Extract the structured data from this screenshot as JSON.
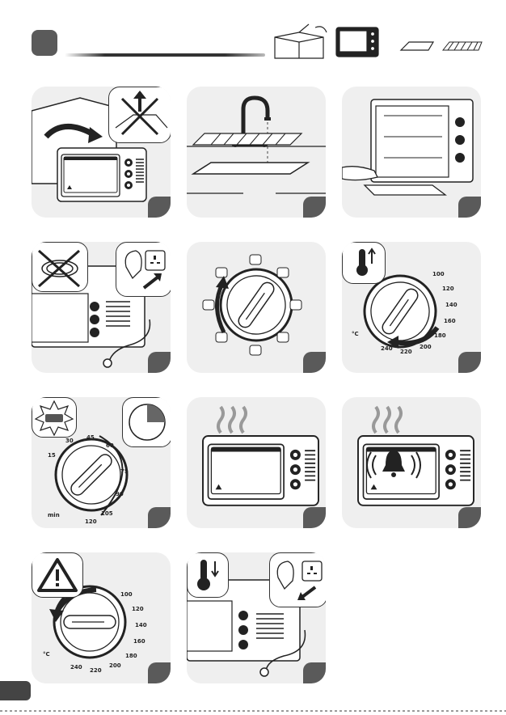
{
  "header": {
    "icons": [
      "unboxing-icon",
      "oven-icon",
      "baking-tray-icon",
      "wire-rack-icon"
    ]
  },
  "panels": [
    {
      "label": "unpack-oven",
      "icon": "unpack-icon"
    },
    {
      "label": "wash-accessories",
      "icon": "faucet-icon"
    },
    {
      "label": "clean-interior",
      "icon": "cloth-icon"
    },
    {
      "label": "plug-in",
      "icon": "plug-icon"
    },
    {
      "label": "select-function",
      "icon": "function-dial-icon"
    },
    {
      "label": "set-temperature",
      "icon": "thermometer-up-icon"
    },
    {
      "label": "set-timer",
      "icon": "timer-dial-icon"
    },
    {
      "label": "preheat",
      "icon": "heat-waves-icon"
    },
    {
      "label": "end-bell",
      "icon": "bell-icon"
    },
    {
      "label": "turn-off",
      "icon": "warning-icon"
    },
    {
      "label": "unplug-cool",
      "icon": "thermometer-down-icon"
    }
  ],
  "temp_dial": {
    "ticks": [
      "100",
      "120",
      "140",
      "160",
      "180",
      "200",
      "220",
      "240"
    ],
    "unit": "°C"
  },
  "timer_dial": {
    "ticks": [
      "15",
      "30",
      "45",
      "60",
      "75",
      "90",
      "105",
      "120"
    ],
    "unit": "min"
  }
}
